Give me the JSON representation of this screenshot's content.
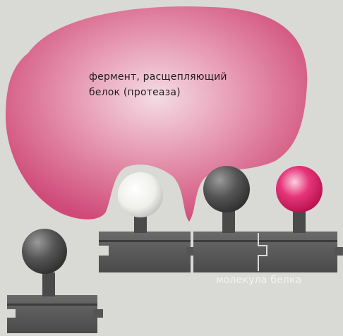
{
  "labels": {
    "enzyme_line1": "фермент, расщепляющий",
    "enzyme_line2": "белок (протеаза)",
    "protein": "молекула белка"
  },
  "colors": {
    "background": "#d9dad6",
    "enzyme": "#d2527c",
    "enzyme_center": "#f4dce4",
    "chain": "#585858",
    "ball_gray": "#4a4a4a",
    "ball_white": "#f4f4f2",
    "ball_pink": "#e11c5c"
  }
}
